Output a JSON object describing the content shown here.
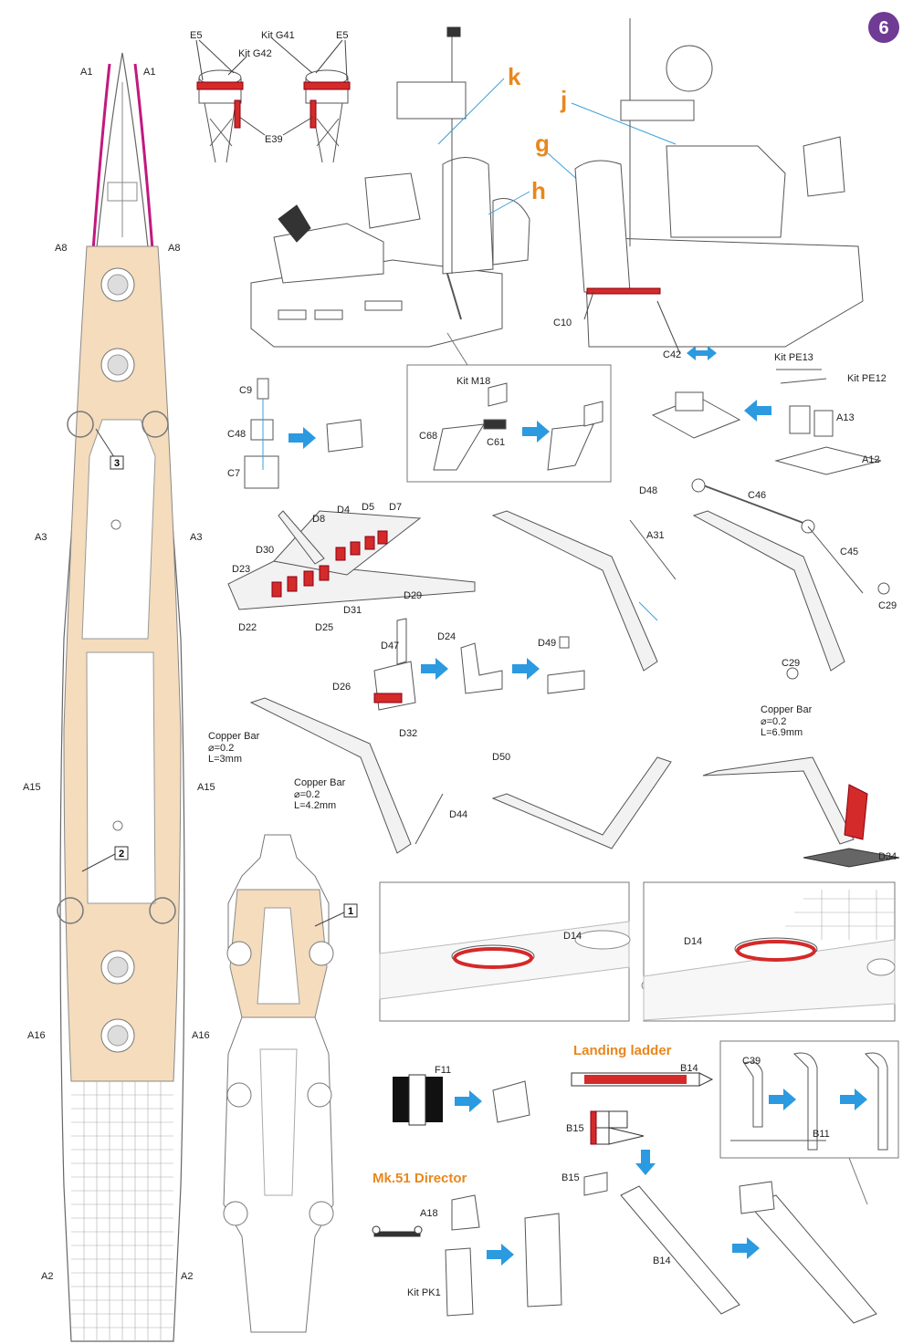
{
  "step_number": "6",
  "section_titles": {
    "mk51": "Mk.51 Director",
    "landing_ladder": "Landing ladder"
  },
  "big_letters": [
    "k",
    "j",
    "g",
    "h"
  ],
  "hull_labels": {
    "left": [
      "A1",
      "A8",
      "A3",
      "A15",
      "A16",
      "A2"
    ],
    "right": [
      "A1",
      "A8",
      "A3",
      "A15",
      "A16",
      "A2"
    ],
    "deck_numbers": [
      "3",
      "2",
      "1"
    ]
  },
  "top_parts": {
    "e5_a": "E5",
    "g42": "Kit G42",
    "g41": "Kit G41",
    "e5_b": "E5",
    "e39": "E39"
  },
  "superstructure": {
    "c10": "C10",
    "c42": "C42"
  },
  "row2": {
    "c9": "C9",
    "c48": "C48",
    "c7": "C7",
    "m18": "Kit M18",
    "c68": "C68",
    "c61": "C61",
    "pe13": "Kit PE13",
    "pe12": "Kit PE12",
    "a13": "A13",
    "a12": "A12"
  },
  "crane_labels": {
    "d8": "D8",
    "d4": "D4",
    "d5": "D5",
    "d7": "D7",
    "d30": "D30",
    "d23": "D23",
    "d31": "D31",
    "d29": "D29",
    "d22": "D22",
    "d25": "D25",
    "a31": "A31",
    "d48": "D48",
    "c46": "C46",
    "c45": "C45",
    "c29a": "C29",
    "c29b": "C29",
    "d47": "D47",
    "d24": "D24",
    "d49": "D49",
    "d26": "D26",
    "d32": "D32",
    "d44": "D44",
    "d50": "D50",
    "d34": "D34",
    "d14a": "D14",
    "d14b": "D14"
  },
  "copper_bars": [
    {
      "line1": "Copper Bar",
      "line2": "⌀=0.2",
      "line3": "L=3mm"
    },
    {
      "line1": "Copper Bar",
      "line2": "⌀=0.2",
      "line3": "L=4.2mm"
    },
    {
      "line1": "Copper Bar",
      "line2": "⌀=0.2",
      "line3": "L=6.9mm"
    }
  ],
  "bottom_parts": {
    "f11": "F11",
    "a18": "A18",
    "pk1": "Kit PK1",
    "b14a": "B14",
    "b15a": "B15",
    "b15b": "B15",
    "b14b": "B14",
    "c39": "C39",
    "b11": "B11"
  },
  "colors": {
    "accent": "#e8871e",
    "arrow": "#2b9ae0",
    "pink": "#c2187f",
    "deck": "#f4dcbc",
    "red": "#d42a2a"
  }
}
